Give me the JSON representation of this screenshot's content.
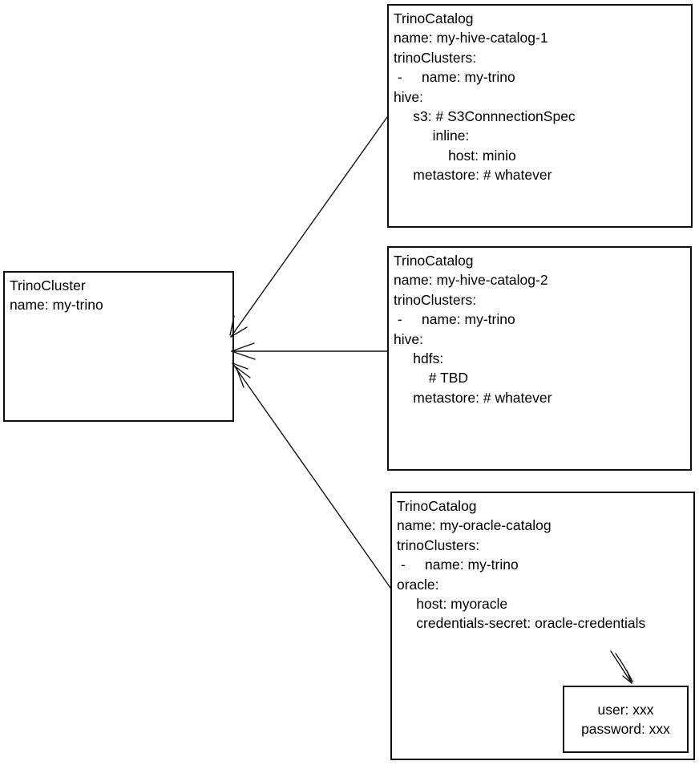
{
  "cluster_box": {
    "lines": [
      "TrinoCluster",
      "name: my-trino"
    ]
  },
  "catalog_boxes": [
    {
      "lines": [
        "TrinoCatalog",
        "name: my-hive-catalog-1",
        "trinoClusters:",
        " -     name: my-trino",
        "hive:",
        "     s3: # S3ConnnectionSpec",
        "          inline:",
        "              host: minio",
        "     metastore: # whatever"
      ]
    },
    {
      "lines": [
        "TrinoCatalog",
        "name: my-hive-catalog-2",
        "trinoClusters:",
        " -     name: my-trino",
        "hive:",
        "     hdfs:",
        "         # TBD",
        "     metastore: # whatever"
      ]
    },
    {
      "lines": [
        "TrinoCatalog",
        "name: my-oracle-catalog",
        "trinoClusters:",
        " -     name: my-trino",
        "oracle:",
        "     host: myoracle",
        "     credentials-secret: oracle-credentials"
      ]
    }
  ],
  "secret_box": {
    "lines": [
      "user: xxx",
      "password: xxx"
    ]
  },
  "colors": {
    "stroke": "#111111",
    "border": "#0d0d0d",
    "background": "#ffffff",
    "text": "#000000"
  }
}
